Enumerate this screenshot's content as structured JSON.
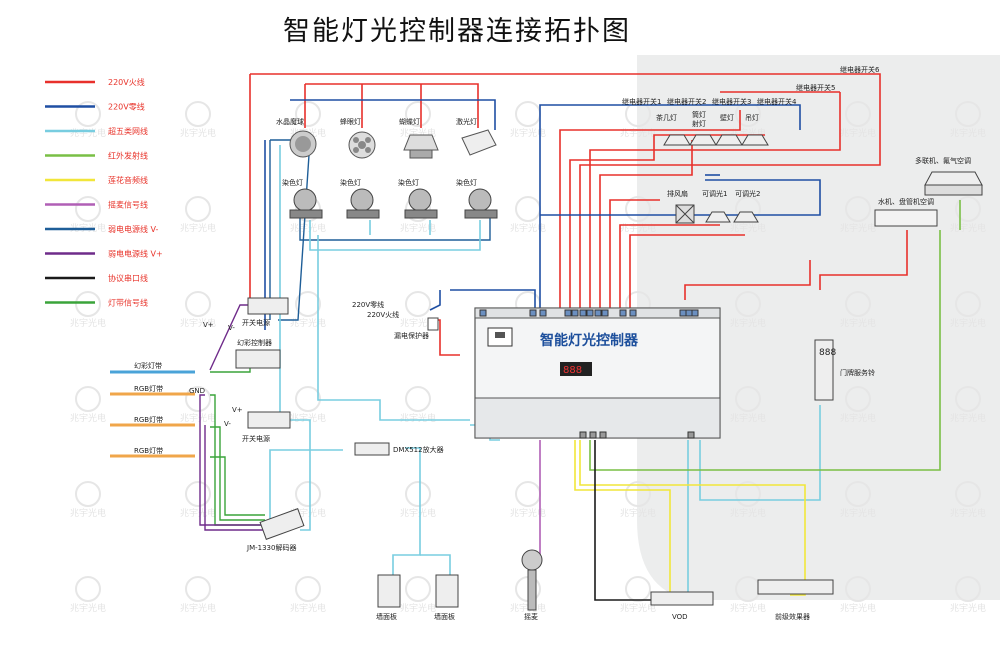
{
  "title": "智能灯光控制器连接拓扑图",
  "legend": [
    {
      "label": "220V火线",
      "color": "#e8302b"
    },
    {
      "label": "220V零线",
      "color": "#1f4fa3"
    },
    {
      "label": "超五类网线",
      "color": "#78cde0"
    },
    {
      "label": "红外发射线",
      "color": "#79bf45"
    },
    {
      "label": "莲花音频线",
      "color": "#f1e63a"
    },
    {
      "label": "摇麦信号线",
      "color": "#b05fb5"
    },
    {
      "label": "弱电电源线 V-",
      "color": "#1e5e98"
    },
    {
      "label": "弱电电源线 V+",
      "color": "#6f2b8a"
    },
    {
      "label": "协议串口线",
      "color": "#1a1a1a"
    },
    {
      "label": "灯带信号线",
      "color": "#3aa43a"
    }
  ],
  "controller": {
    "label": "智能灯光控制器"
  },
  "fixtures": {
    "crystal_ball": "水晶魔球",
    "bee_eye": "蜂眼灯",
    "butterfly": "蝴蝶灯",
    "laser": "激光灯",
    "dye_1": "染色灯",
    "dye_2": "染色灯",
    "dye_3": "染色灯",
    "dye_4": "染色灯"
  },
  "relays": {
    "relay1": "继电器开关1",
    "relay2": "继电器开关2",
    "relay3": "继电器开关3",
    "relay4": "继电器开关4",
    "relay5": "继电器开关5",
    "relay6": "继电器开关6"
  },
  "lamps": {
    "tea_table": "茶几灯",
    "shoot_1": "筒灯",
    "shoot_2": "射灯",
    "wall": "壁灯",
    "pendant": "吊灯"
  },
  "exhaust": "排风扇",
  "dimmer1": "可调光1",
  "dimmer2": "可调光2",
  "multi_ac": {
    "line1": "多联机、氟气空调"
  },
  "fan_coil_ac": "水机、盘管机空调",
  "power_labels": {
    "neutral": "220V零线",
    "live": "220V火线",
    "leak": "漏电保护器"
  },
  "psu_top": "开关电源",
  "psu_bottom": "开关电源",
  "color_controller": "幻彩控制器",
  "vplus_1": "V+",
  "vminus_1": "V-",
  "vplus_2": "V+",
  "vminus_2": "V-",
  "gnd": "GND",
  "strip_magic": "幻彩灯带",
  "strip_rgb_1": "RGB灯带",
  "strip_rgb_2": "RGB灯带",
  "strip_rgb_3": "RGB灯带",
  "dmx": "DMX512放大器",
  "decoder": "JM-1330解码器",
  "door_bell": "门牌服务铃",
  "wall_panel_1": "墙面板",
  "wall_panel_2": "墙面板",
  "mic": "摇麦",
  "vod": "VOD",
  "effects": "前级效果器",
  "watermark": "兆宇光电",
  "display": "888"
}
